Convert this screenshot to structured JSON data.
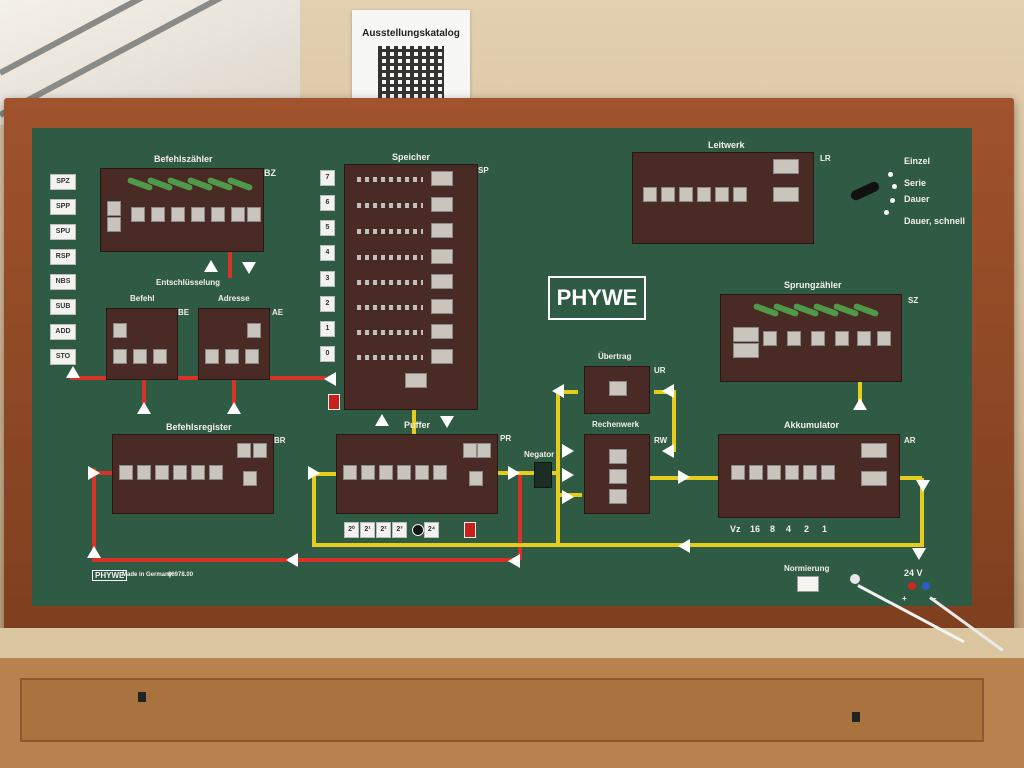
{
  "poster": {
    "title": "Ausstellungskatalog"
  },
  "brand": {
    "logo": "PHYWE",
    "footer_logo": "PHYWE",
    "made_in": "Made in Germany",
    "part_no": "06978.00"
  },
  "modules": {
    "befehlszaehler": {
      "title": "Befehlszähler",
      "code": "BZ"
    },
    "entschluesselung": {
      "title": "Entschlüsselung"
    },
    "befehl": {
      "title": "Befehl",
      "code": "BE"
    },
    "adresse": {
      "title": "Adresse",
      "code": "AE"
    },
    "befehlsregister": {
      "title": "Befehlsregister",
      "code": "BR"
    },
    "speicher": {
      "title": "Speicher",
      "code": "SP"
    },
    "puffer": {
      "title": "Puffer",
      "code": "PR"
    },
    "leitwerk": {
      "title": "Leitwerk",
      "code": "LR"
    },
    "sprungzaehler": {
      "title": "Sprungzähler",
      "code": "SZ"
    },
    "uebertrag": {
      "title": "Übertrag",
      "code": "UR"
    },
    "rechenwerk": {
      "title": "Rechenwerk",
      "code": "RW"
    },
    "akkumulator": {
      "title": "Akkumulator",
      "code": "AR"
    },
    "negator": {
      "title": "Negator"
    }
  },
  "instruction_keys": [
    "SPZ",
    "SPP",
    "SPU",
    "RSP",
    "NBS",
    "SUB",
    "ADD",
    "STO"
  ],
  "address_keys": [
    "7",
    "6",
    "5",
    "4",
    "3",
    "2",
    "1",
    "0"
  ],
  "puffer_keys": [
    "2⁰",
    "2¹",
    "2²",
    "2³",
    "2⁴"
  ],
  "mode_switch": {
    "options": [
      "Einzel",
      "Serie",
      "Dauer",
      "Dauer, schnell"
    ]
  },
  "akku_weights": [
    "Vz",
    "16",
    "8",
    "4",
    "2",
    "1"
  ],
  "normierung": {
    "label": "Normierung"
  },
  "power": {
    "label": "24 V",
    "plus": "+",
    "minus": "–"
  },
  "colors": {
    "board": "#2f5a44",
    "bus_red": "#d8312a",
    "bus_yellow": "#e6cc1c",
    "module": "#4a2a24",
    "frame": "#8e4725"
  }
}
